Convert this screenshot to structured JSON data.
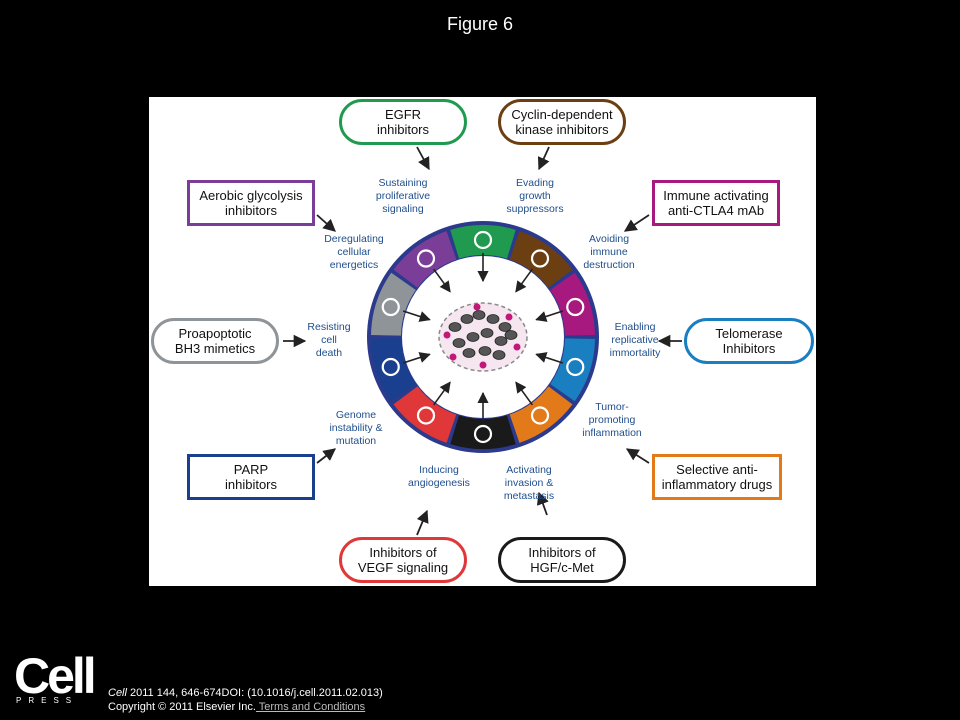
{
  "figure_title": "Figure 6",
  "colors": {
    "egfr": "#1f9a4e",
    "cdk": "#6b3f12",
    "immune": "#a8197f",
    "telomerase": "#1a7fc1",
    "inflammation": "#e27a1a",
    "hgf": "#1a1a1a",
    "vegf": "#e03838",
    "parp": "#1a3f8f",
    "bh3": "#8e9498",
    "glycolysis": "#7b3e98",
    "ring_border": "#2b3a8c",
    "label_text": "#1f4e8c"
  },
  "drugs": [
    {
      "id": "egfr",
      "label": "EGFR\ninhibitors",
      "color_key": "egfr",
      "shape": "rounded"
    },
    {
      "id": "cdk",
      "label": "Cyclin-dependent\nkinase inhibitors",
      "color_key": "cdk",
      "shape": "rounded"
    },
    {
      "id": "immune",
      "label": "Immune activating\nanti-CTLA4 mAb",
      "color_key": "immune",
      "shape": "rect"
    },
    {
      "id": "telomerase",
      "label": "Telomerase\nInhibitors",
      "color_key": "telomerase",
      "shape": "rounded"
    },
    {
      "id": "inflammation",
      "label": "Selective anti-\ninflammatory drugs",
      "color_key": "inflammation",
      "shape": "rect"
    },
    {
      "id": "hgf",
      "label": "Inhibitors of\nHGF/c-Met",
      "color_key": "hgf",
      "shape": "rounded"
    },
    {
      "id": "vegf",
      "label": "Inhibitors of\nVEGF signaling",
      "color_key": "vegf",
      "shape": "rounded"
    },
    {
      "id": "parp",
      "label": "PARP\ninhibitors",
      "color_key": "parp",
      "shape": "rect"
    },
    {
      "id": "bh3",
      "label": "Proapoptotic\nBH3 mimetics",
      "color_key": "bh3",
      "shape": "rounded"
    },
    {
      "id": "glycolysis",
      "label": "Aerobic glycolysis\ninhibitors",
      "color_key": "glycolysis",
      "shape": "rect"
    }
  ],
  "hallmarks": [
    {
      "id": "egfr",
      "label": "Sustaining\nproliferative\nsignaling"
    },
    {
      "id": "cdk",
      "label": "Evading\ngrowth\nsuppressors"
    },
    {
      "id": "immune",
      "label": "Avoiding\nimmune\ndestruction"
    },
    {
      "id": "telomerase",
      "label": "Enabling\nreplicative\nimmortality"
    },
    {
      "id": "inflammation",
      "label": "Tumor-\npromoting\ninflammation"
    },
    {
      "id": "hgf",
      "label": "Activating\ninvasion &\nmetastasis"
    },
    {
      "id": "vegf",
      "label": "Inducing\nangiogenesis"
    },
    {
      "id": "parp",
      "label": "Genome\ninstability &\nmutation"
    },
    {
      "id": "bh3",
      "label": "Resisting\ncell\ndeath"
    },
    {
      "id": "glycolysis",
      "label": "Deregulating\ncellular\nenergetics"
    }
  ],
  "citation": {
    "journal": "Cell",
    "ref": " 2011 144, 646-674DOI: (10.1016/j.cell.2011.02.013)",
    "copyright": "Copyright © 2011 Elsevier Inc.",
    "terms_link": " Terms and Conditions"
  },
  "logo": {
    "word": "Cell",
    "press": "PRESS"
  }
}
